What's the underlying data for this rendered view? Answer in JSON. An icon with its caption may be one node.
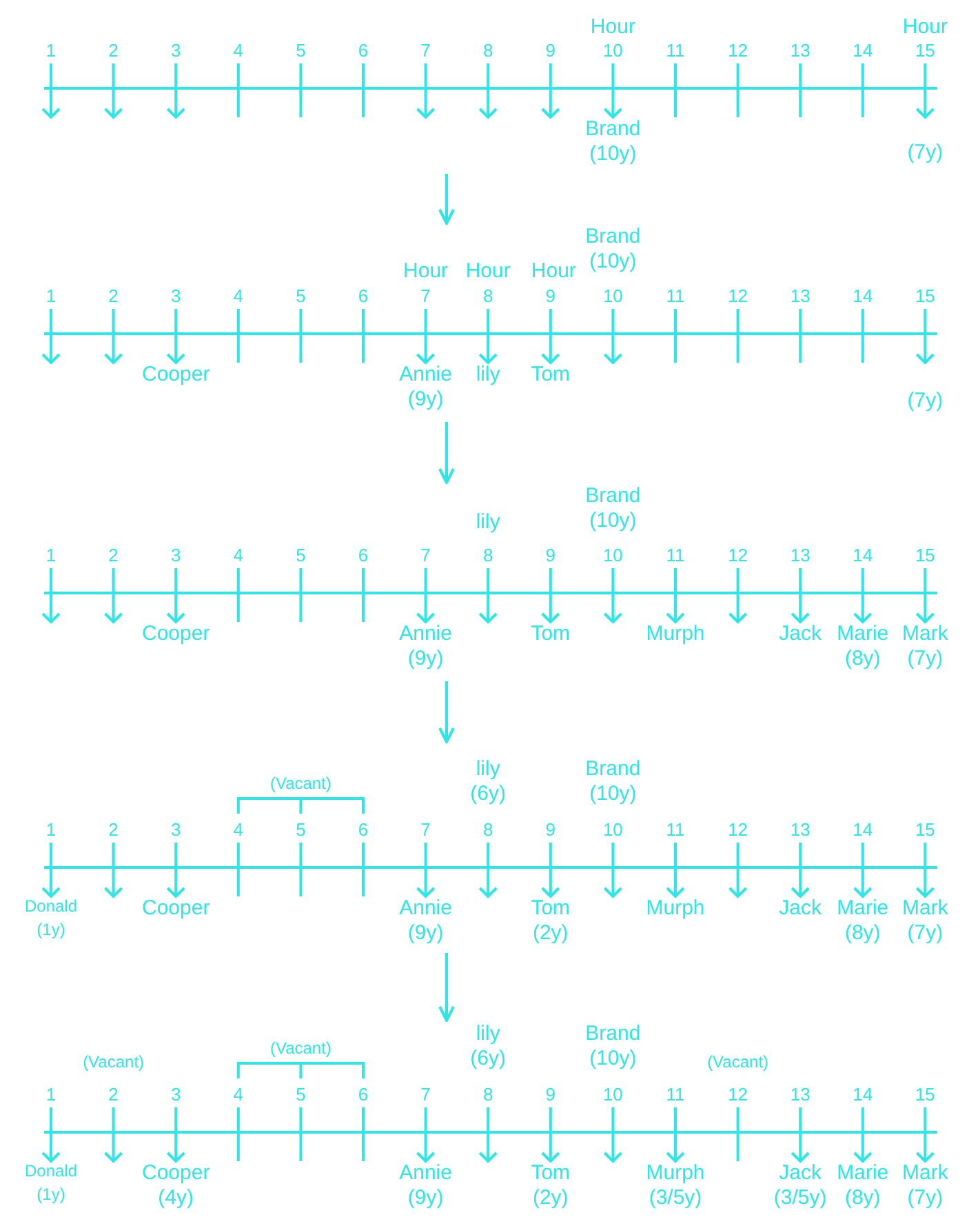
{
  "diagram": {
    "nodes": [
      {
        "text": [
          "Hour",
          "Hour",
          "1",
          "2",
          "3",
          "4",
          "5",
          "6",
          "7",
          "8",
          "9",
          "10",
          "11",
          "12",
          "13",
          "14",
          "15",
          "Brand (10y)",
          "(7y)"
        ]
      },
      {
        "text": [
          "Hour",
          "Hour",
          "Hour",
          "Brand (10y)",
          "1",
          "2",
          "3",
          "4",
          "5",
          "6",
          "7",
          "8",
          "9",
          "10",
          "11",
          "12",
          "13",
          "14",
          "15",
          "Cooper",
          "Annie (9y)",
          "lily",
          "Tom",
          "(7y)"
        ]
      },
      {
        "text": [
          "Brand (10y)",
          "lily",
          "1",
          "2",
          "3",
          "4",
          "5",
          "6",
          "7",
          "8",
          "9",
          "10",
          "11",
          "12",
          "13",
          "14",
          "15",
          "Cooper",
          "Annie (9y)",
          "Tom",
          "Murph",
          "Jack",
          "Marie (8y)",
          "Mark (7y)"
        ]
      },
      {
        "text": [
          "(Vacant)",
          "lily (6y)",
          "Brand (10y)",
          "1",
          "2",
          "3",
          "4",
          "5",
          "6",
          "7",
          "8",
          "9",
          "10",
          "11",
          "12",
          "13",
          "14",
          "15",
          "Donald (1y)",
          "Cooper",
          "Annie (9y)",
          "Tom (2y)",
          "Murph",
          "Jack",
          "Marie (8y)",
          "Mark (7y)"
        ]
      },
      {
        "text": [
          "(Vacant)",
          "(Vacant)",
          "lily (6y)",
          "Brand (10y)",
          "(Vacant)",
          "1",
          "2",
          "3",
          "4",
          "5",
          "6",
          "7",
          "8",
          "9",
          "10",
          "11",
          "12",
          "13",
          "14",
          "15",
          "Donald (1y)",
          "Cooper (4y)",
          "Annie (9y)",
          "Tom (2y)",
          "Murph (3/5y)",
          "Jack (3/5y)",
          "Marie (8y)",
          "Mark (7y)"
        ]
      }
    ],
    "edges": [
      {
        "from": 0,
        "to": 1,
        "arrow": "to"
      },
      {
        "from": 1,
        "to": 2,
        "arrow": "to"
      },
      {
        "from": 2,
        "to": 3,
        "arrow": "to"
      },
      {
        "from": 3,
        "to": 4,
        "arrow": "to"
      }
    ]
  }
}
